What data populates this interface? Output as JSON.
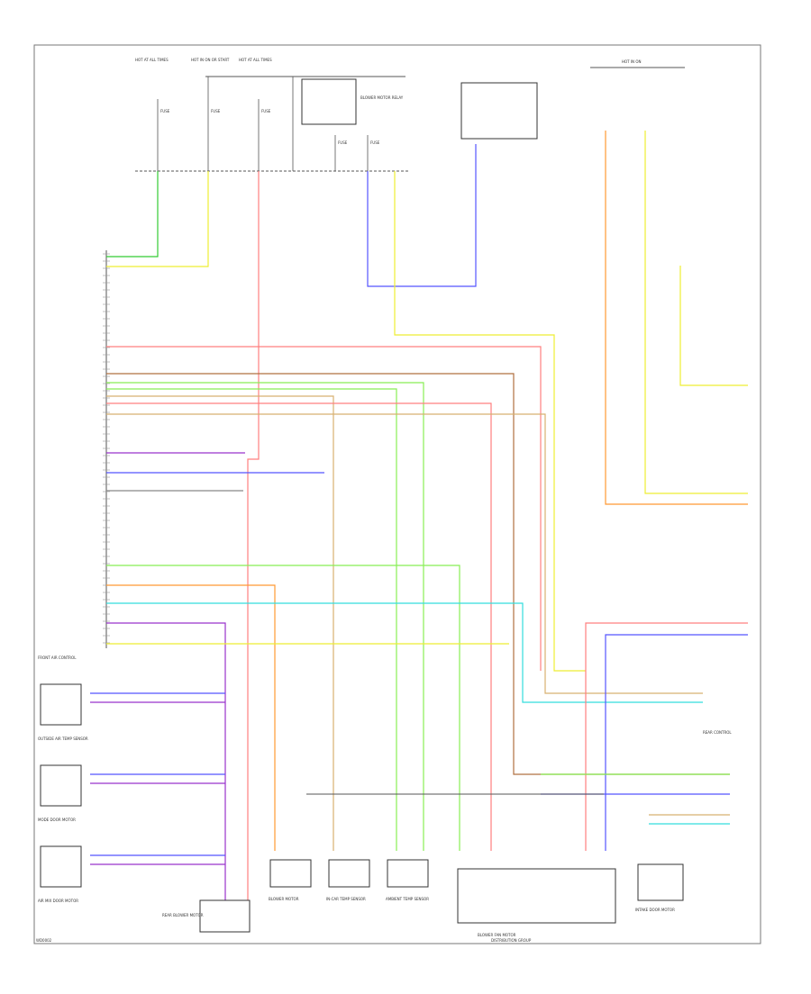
{
  "diagram": {
    "footer_left": "WD0002",
    "footer_center": "DISTRIBUTION GROUP",
    "colors": {
      "green": "#33cc33",
      "yellow": "#eeee33",
      "pink": "#ff7f7f",
      "orange": "#ff9933",
      "brown": "#b07040",
      "blue": "#5555ff",
      "violet": "#9933cc",
      "cyan": "#33dddd",
      "lightgreen": "#88ee55",
      "tan": "#d8b070",
      "gray": "#888888",
      "frame": "#777777"
    },
    "labels": {
      "top_left_1": "HOT AT ALL TIMES",
      "top_left_2": "HOT IN ON OR START",
      "top_left_3": "HOT AT ALL TIMES",
      "top_right": "HOT IN ON",
      "relay_label": "BLOWER MOTOR RELAY",
      "left_module": "FRONT AIR CONTROL",
      "left_sensor_1": "OUTSIDE AIR TEMP SENSOR",
      "left_sensor_2": "MODE DOOR MOTOR",
      "left_sensor_3": "AIR MIX DOOR MOTOR",
      "right_module": "REAR CONTROL",
      "bottom_1": "BLOWER MOTOR",
      "bottom_2": "IN-CAR TEMP SENSOR",
      "bottom_3": "AMBIENT TEMP SENSOR",
      "bottom_4": "BLOWER FAN MOTOR",
      "bottom_5": "INTAKE DOOR MOTOR",
      "bottom_6": "REAR BLOWER MOTOR"
    }
  }
}
